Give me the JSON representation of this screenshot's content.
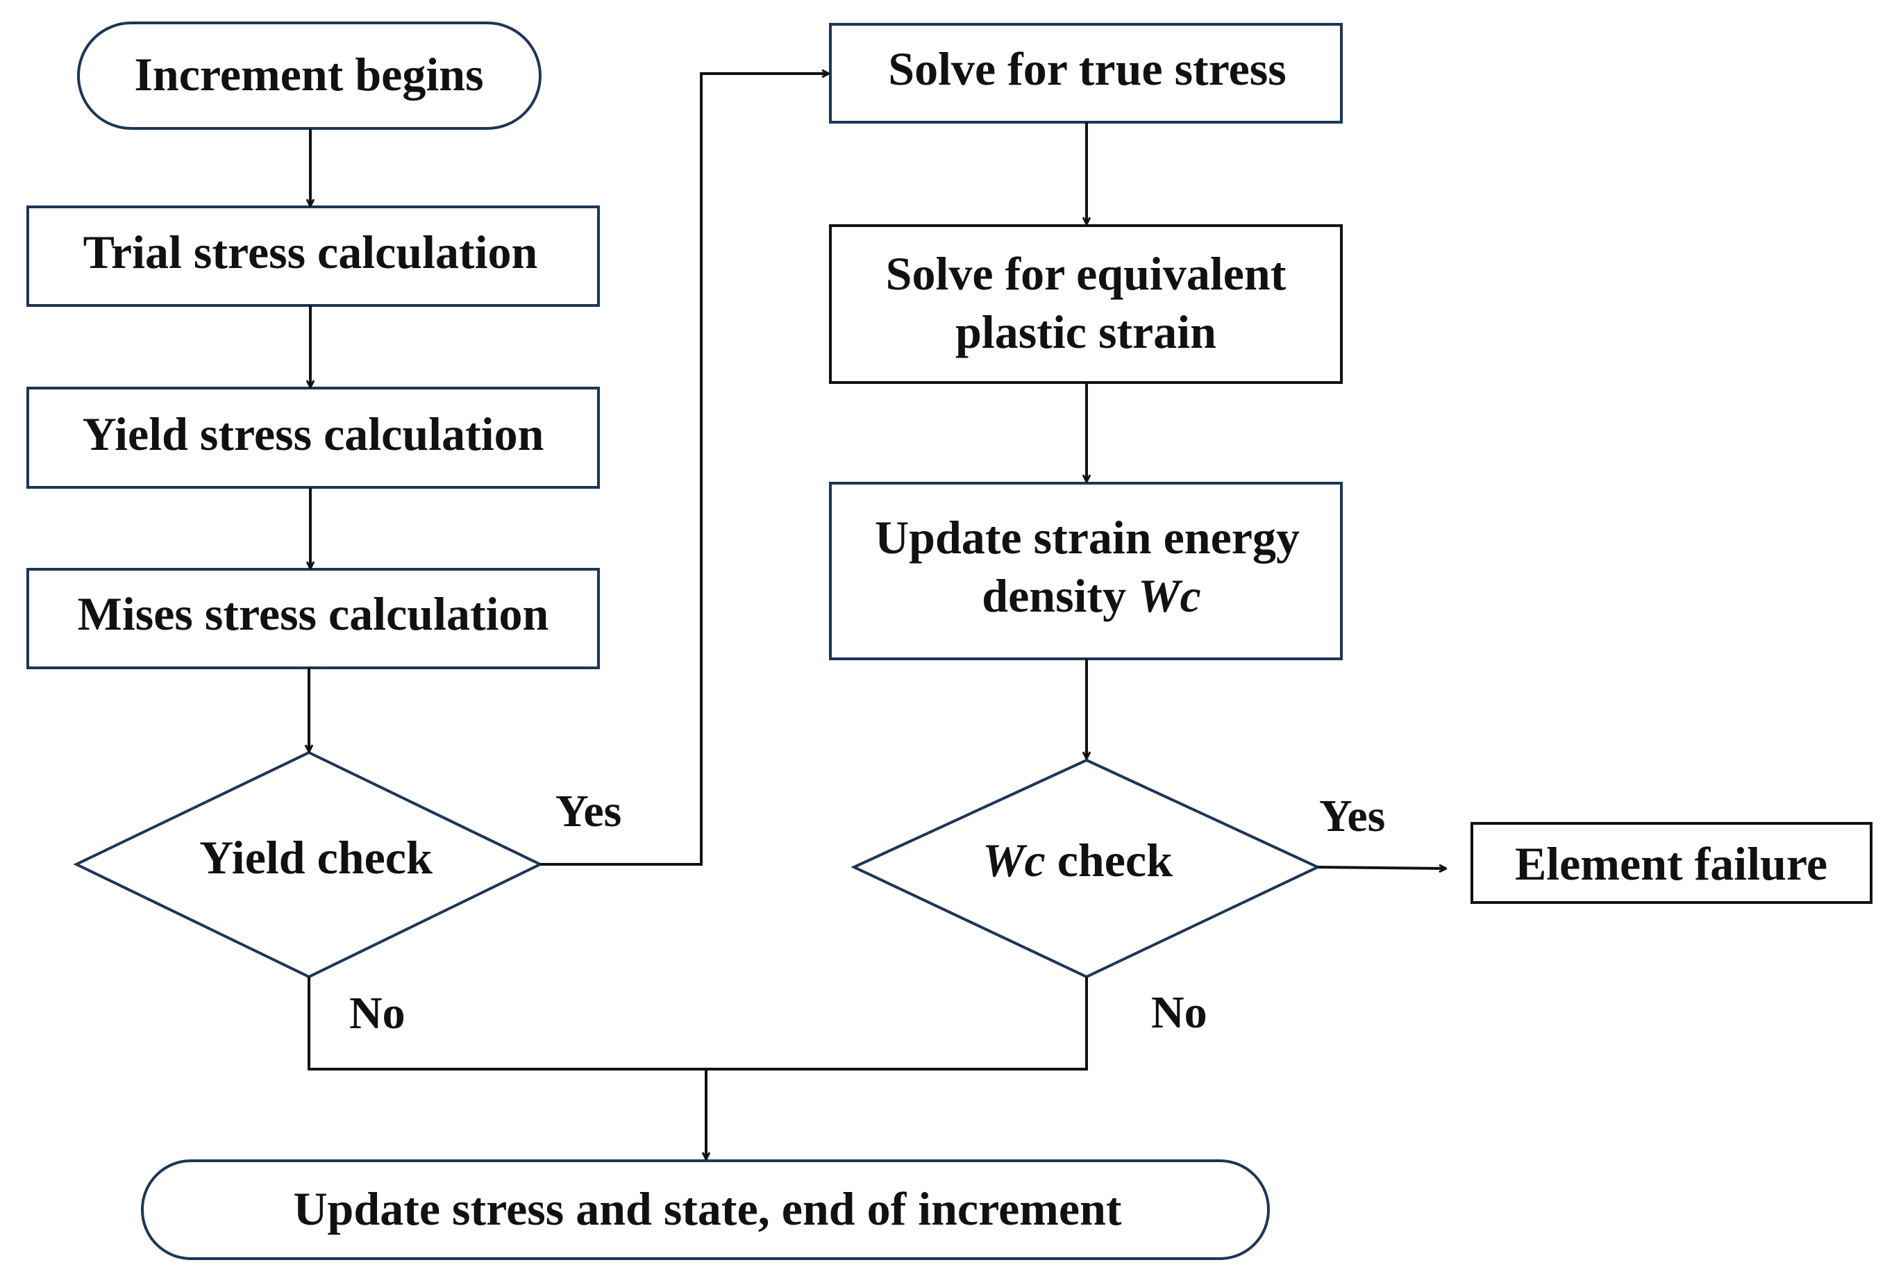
{
  "nodes": {
    "increment_begins": "Increment begins",
    "trial_stress": "Trial stress calculation",
    "yield_stress": "Yield stress calculation",
    "mises_stress": "Mises stress calculation",
    "yield_check": "Yield check",
    "true_stress": "Solve for true stress",
    "equiv_strain": {
      "line1": "Solve for equivalent",
      "line2": "plastic strain"
    },
    "strain_energy": {
      "line1": "Update strain energy",
      "line2_prefix": "density ",
      "line2_var": "Wc"
    },
    "wc_check": {
      "var": "Wc",
      "suffix": " check"
    },
    "element_failure": "Element failure",
    "update_state": "Update stress and state, end of increment"
  },
  "edge_labels": {
    "yield_yes": "Yes",
    "yield_no": "No",
    "wc_yes": "Yes",
    "wc_no": "No"
  },
  "colors": {
    "box_border_blue": "#1d3557",
    "box_border_black": "#111111",
    "text": "#111111"
  }
}
